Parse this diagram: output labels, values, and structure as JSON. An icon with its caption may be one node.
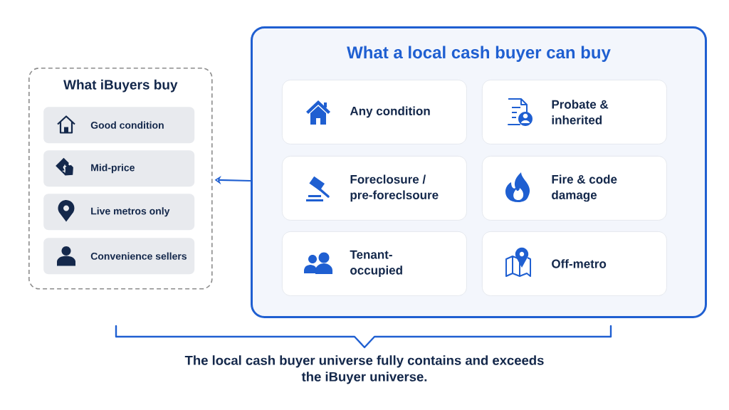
{
  "diagram": {
    "caption": "The local cash buyer universe fully contains and exceeds the iBuyer universe.",
    "nodes": [
      {
        "text": [
          "What iBuyers buy"
        ]
      },
      {
        "text": [
          "Good condition"
        ],
        "in": 0
      },
      {
        "text": [
          "Mid-price"
        ],
        "in": 0
      },
      {
        "text": [
          "Live metros only"
        ],
        "in": 0
      },
      {
        "text": [
          "Convenience sellers"
        ],
        "in": 0
      },
      {
        "text": [
          "What a local cash buyer can buy"
        ]
      },
      {
        "text": [
          "Any condition"
        ],
        "in": 5
      },
      {
        "text": [
          "Probate & inherited"
        ],
        "in": 5
      },
      {
        "text": [
          "Foreclosure / pre-foreclsoure"
        ],
        "in": 5
      },
      {
        "text": [
          "Fire & code damage"
        ],
        "in": 5
      },
      {
        "text": [
          "Tenant-occupied"
        ],
        "in": 5
      },
      {
        "text": [
          "Off-metro"
        ],
        "in": 5
      }
    ],
    "edges": [
      {
        "from": 5,
        "to": 0,
        "arrow": "to"
      }
    ]
  }
}
